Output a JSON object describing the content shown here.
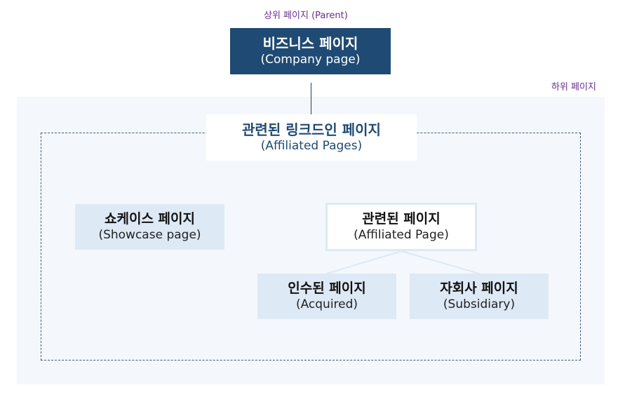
{
  "labels": {
    "parent_tag": "상위 페이지 (Parent)",
    "child_tag": "하위 페이지"
  },
  "nodes": {
    "business": {
      "title": "비즈니스 페이지",
      "subtitle": "(Company page)"
    },
    "related": {
      "title": "관련된 링크드인 페이지",
      "subtitle": "(Affiliated Pages)"
    },
    "showcase": {
      "title": "쇼케이스 페이지",
      "subtitle": "(Showcase page)"
    },
    "affiliated": {
      "title": "관련된 페이지",
      "subtitle": "(Affiliated Page)"
    },
    "acquired": {
      "title": "인수된 페이지",
      "subtitle": "(Acquired)"
    },
    "subsidiary": {
      "title": "자회사 페이지",
      "subtitle": "(Subsidiary)"
    }
  },
  "colors": {
    "parent_fill": "#1f4a73",
    "tag_text": "#6a2c91",
    "node_fill": "#dde9f5",
    "area_fill": "#f4f8fc"
  }
}
